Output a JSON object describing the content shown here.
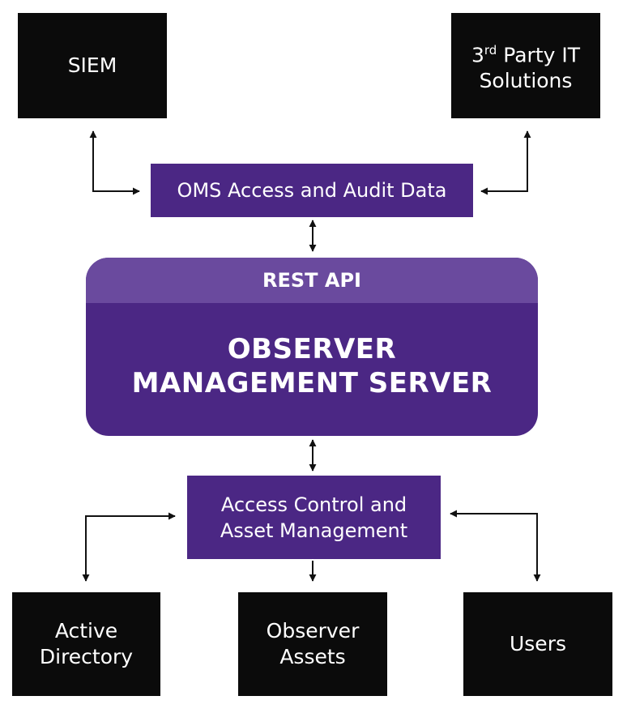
{
  "nodes": {
    "siem": "SIEM",
    "third_party": {
      "sup": "rd",
      "rest": " Party IT",
      "digit": "3",
      "line2": "Solutions"
    },
    "oms_audit": "OMS Access and Audit Data",
    "rest_api": "REST API",
    "server": {
      "line1": "OBSERVER",
      "line2": "MANAGEMENT SERVER"
    },
    "access_control": {
      "line1": "Access Control and",
      "line2": "Asset Management"
    },
    "active_directory": {
      "line1": "Active",
      "line2": "Directory"
    },
    "observer_assets": {
      "line1": "Observer",
      "line2": "Assets"
    },
    "users": "Users"
  },
  "colors": {
    "black_box": "#0b0b0b",
    "purple_box": "#4b2784",
    "purple_band": "#6a4a9e",
    "arrow": "#111111"
  }
}
